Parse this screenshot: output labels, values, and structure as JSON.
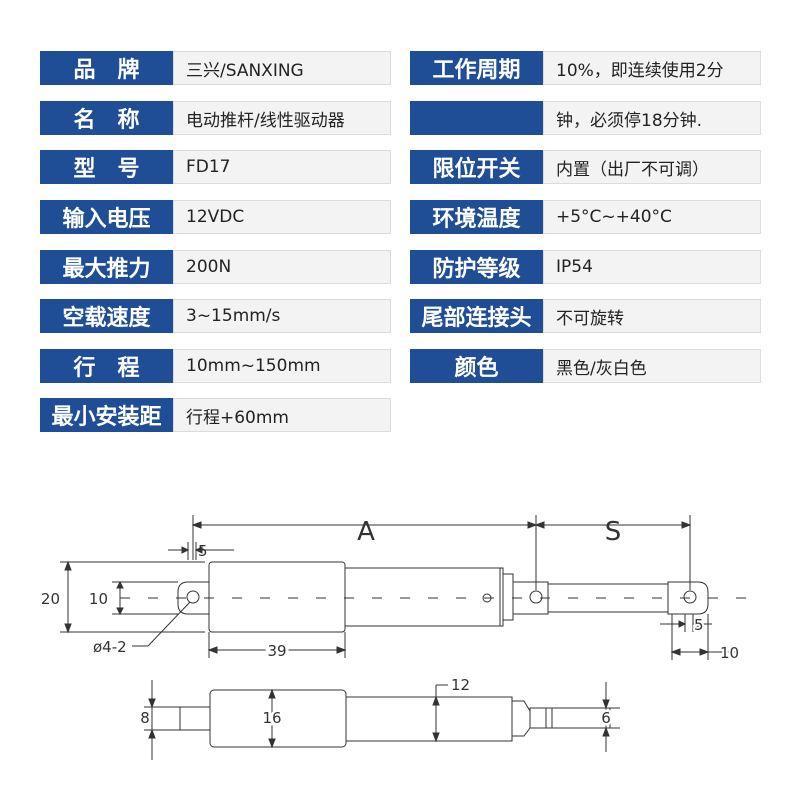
{
  "specs_left": [
    {
      "label": "品　牌",
      "value": "三兴/SANXING"
    },
    {
      "label": "名　称",
      "value": "电动推杆/线性驱动器"
    },
    {
      "label": "型　号",
      "value": "FD17"
    },
    {
      "label": "输入电压",
      "value": "12VDC"
    },
    {
      "label": "最大推力",
      "value": "200N"
    },
    {
      "label": "空载速度",
      "value": "3~15mm/s"
    },
    {
      "label": "行　程",
      "value": "10mm~150mm"
    },
    {
      "label": "最小安装距",
      "value": "行程+60mm"
    }
  ],
  "specs_right": [
    {
      "label": "工作周期",
      "value": "10%，即连续使用2分"
    },
    {
      "label": "",
      "value": "钟，必须停18分钟."
    },
    {
      "label": "限位开关",
      "value": "内置（出厂不可调）"
    },
    {
      "label": "环境温度",
      "value": "+5°C~+40°C"
    },
    {
      "label": "防护等级",
      "value": "IP54"
    },
    {
      "label": "尾部连接头",
      "value": "不可旋转"
    },
    {
      "label": "颜色",
      "value": "黑色/灰白色"
    }
  ],
  "diagram": {
    "dim_A": "A",
    "dim_S": "S",
    "dim_5_top": "5",
    "dim_20": "20",
    "dim_10_left": "10",
    "dim_hole": "ø4-2",
    "dim_39": "39",
    "dim_5_right": "5",
    "dim_10_right": "10",
    "dim_8": "8",
    "dim_16": "16",
    "dim_12": "12",
    "dim_6": "6"
  }
}
